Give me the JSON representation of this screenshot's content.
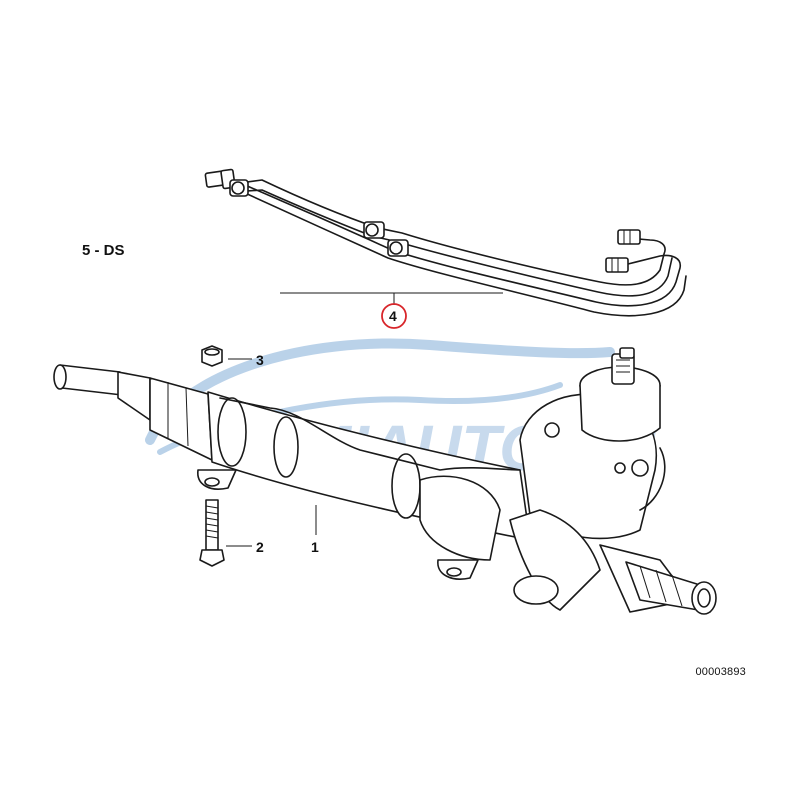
{
  "model_code": "5 - DS",
  "diagram_id": "00003893",
  "watermark_text": "EMIAUTO.EU",
  "callouts": [
    {
      "number": "1",
      "part": "steering-rack"
    },
    {
      "number": "2",
      "part": "bolt"
    },
    {
      "number": "3",
      "part": "nut"
    },
    {
      "number": "4",
      "part": "hydraulic-lines",
      "highlighted": true
    }
  ],
  "colors": {
    "line_ink": "#1a1a1a",
    "highlight_ring": "#d8262b",
    "watermark_blue": "#3c7fc1",
    "watermark_red": "#d84a4a"
  }
}
